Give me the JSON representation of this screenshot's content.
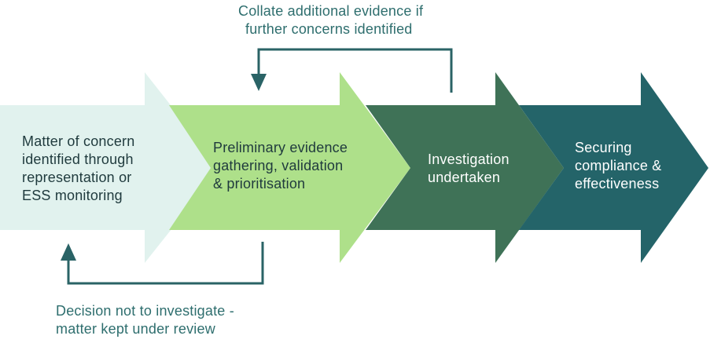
{
  "top_annotation": {
    "lines": [
      "Collate additional evidence if",
      "further concerns identified"
    ]
  },
  "bottom_annotation": {
    "lines": [
      "Decision not to investigate -",
      "matter kept under review"
    ]
  },
  "stages": [
    {
      "lines": [
        "Matter of concern",
        "identified through",
        "representation or",
        "ESS monitoring"
      ],
      "color": "#e1f2ee"
    },
    {
      "lines": [
        "Preliminary evidence",
        "gathering, validation",
        "& prioritisation"
      ],
      "color": "#aee08a"
    },
    {
      "lines": [
        "Investigation",
        "undertaken"
      ],
      "color": "#3f7257"
    },
    {
      "lines": [
        "Securing",
        "compliance &",
        "effectiveness"
      ],
      "color": "#246469"
    }
  ],
  "colors": {
    "feedback_line": "#2a6366",
    "annotation_text": "#2e6e6e",
    "dark_text": "#1f3a3d",
    "light_text": "#ffffff"
  }
}
